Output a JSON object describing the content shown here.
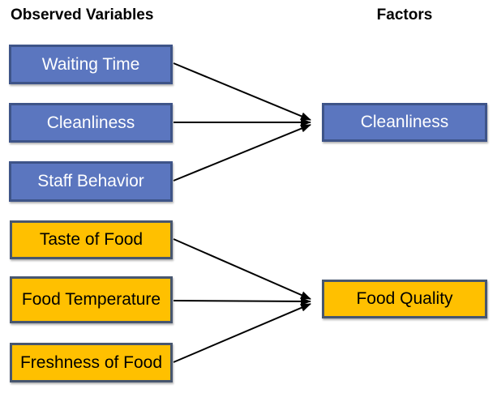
{
  "diagram": {
    "title_left": "Observed Variables",
    "title_right": "Factors",
    "type": "factor-analysis-diagram"
  },
  "observed_variables": [
    {
      "label": "Waiting Time",
      "group": "cleanliness",
      "color": "blue"
    },
    {
      "label": "Cleanliness",
      "group": "cleanliness",
      "color": "blue"
    },
    {
      "label": "Staff Behavior",
      "group": "cleanliness",
      "color": "blue"
    },
    {
      "label": "Taste of Food",
      "group": "food",
      "color": "yellow"
    },
    {
      "label": "Food Temperature",
      "group": "food",
      "color": "yellow"
    },
    {
      "label": "Freshness of Food",
      "group": "food",
      "color": "yellow"
    }
  ],
  "factors": [
    {
      "label": "Cleanliness",
      "color": "blue"
    },
    {
      "label": "Food Quality",
      "color": "yellow"
    }
  ],
  "connections": [
    {
      "from": "Waiting Time",
      "to": "Cleanliness"
    },
    {
      "from": "Cleanliness",
      "to": "Cleanliness"
    },
    {
      "from": "Staff Behavior",
      "to": "Cleanliness"
    },
    {
      "from": "Taste of Food",
      "to": "Food Quality"
    },
    {
      "from": "Food Temperature",
      "to": "Food Quality"
    },
    {
      "from": "Freshness of Food",
      "to": "Food Quality"
    }
  ],
  "colors": {
    "blue_fill": "#5B76BF",
    "blue_border": "#3E5488",
    "blue_text": "#FFFFFF",
    "yellow_fill": "#FFC000",
    "yellow_border": "#47566F",
    "yellow_text": "#000000",
    "arrow": "#000000",
    "title_text": "#000000",
    "background": "#FFFFFF"
  }
}
